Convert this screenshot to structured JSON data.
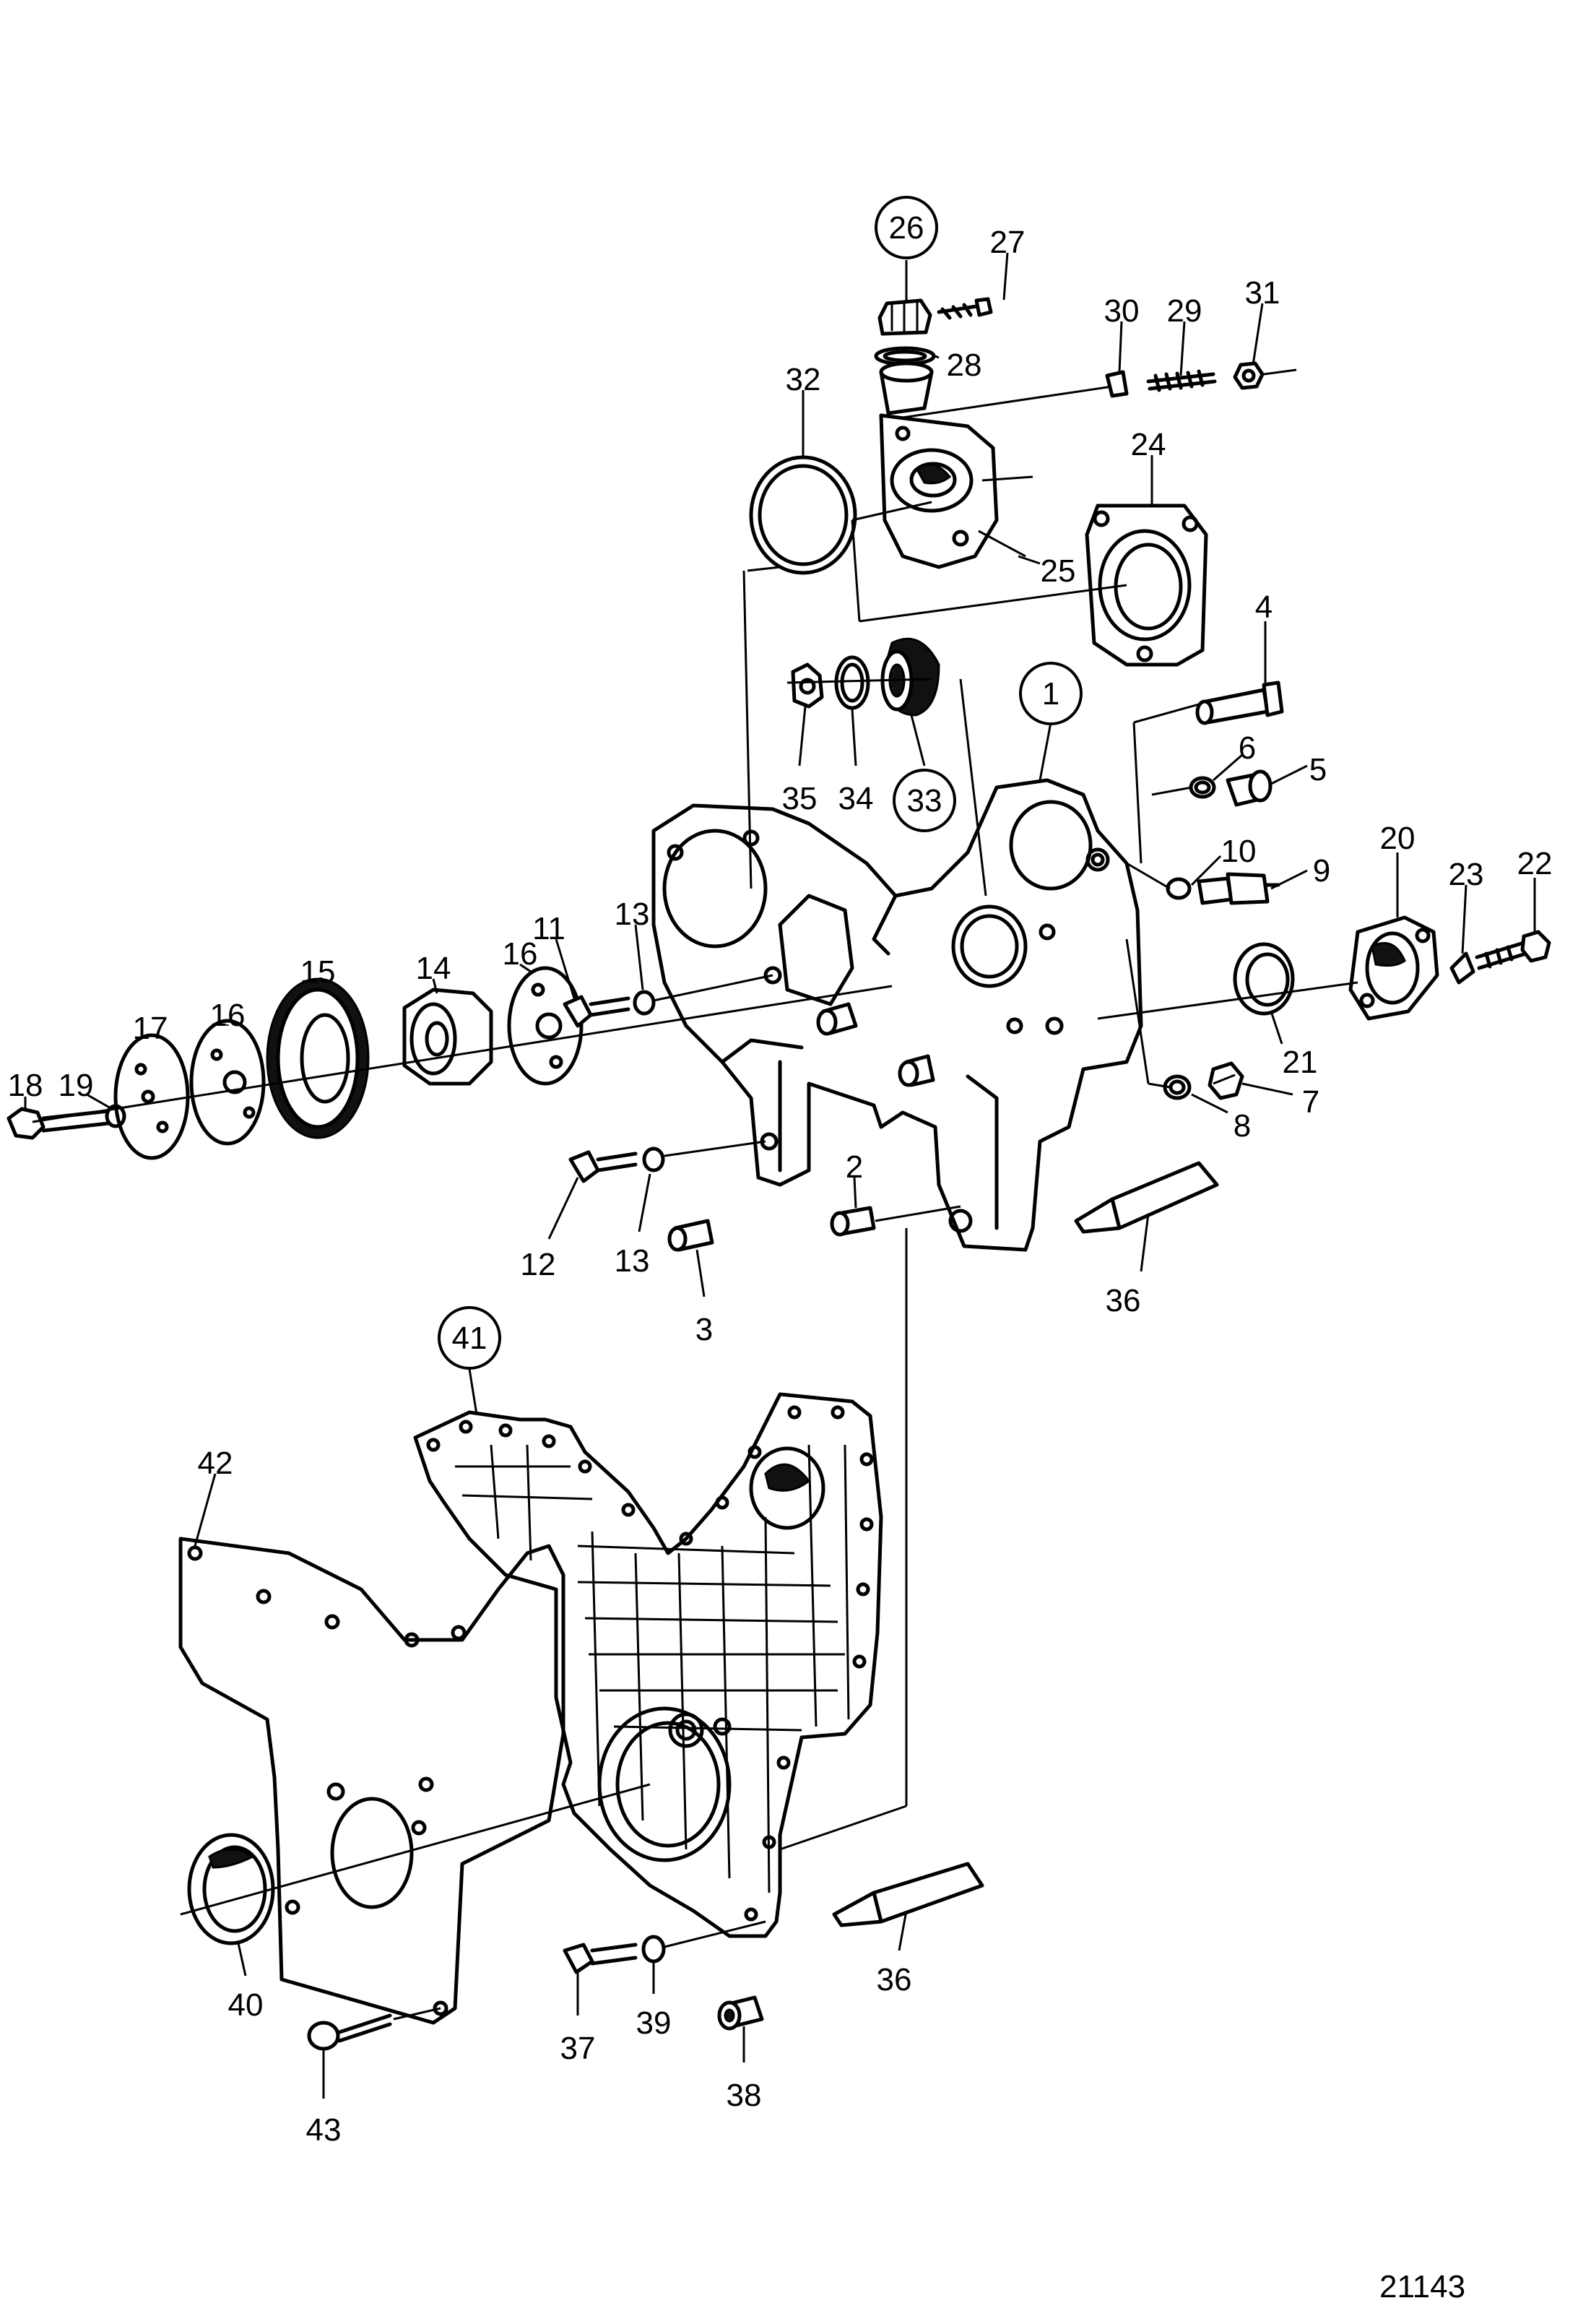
{
  "figure_number": "21143",
  "callouts": [
    {
      "id": "c1",
      "label": "1",
      "circled": true
    },
    {
      "id": "c2",
      "label": "2",
      "circled": false
    },
    {
      "id": "c3",
      "label": "3",
      "circled": false
    },
    {
      "id": "c4",
      "label": "4",
      "circled": false
    },
    {
      "id": "c5",
      "label": "5",
      "circled": false
    },
    {
      "id": "c6",
      "label": "6",
      "circled": false
    },
    {
      "id": "c7",
      "label": "7",
      "circled": false
    },
    {
      "id": "c8",
      "label": "8",
      "circled": false
    },
    {
      "id": "c9",
      "label": "9",
      "circled": false
    },
    {
      "id": "c10",
      "label": "10",
      "circled": false
    },
    {
      "id": "c11",
      "label": "11",
      "circled": false
    },
    {
      "id": "c12",
      "label": "12",
      "circled": false
    },
    {
      "id": "c13a",
      "label": "13",
      "circled": false
    },
    {
      "id": "c13b",
      "label": "13",
      "circled": false
    },
    {
      "id": "c14",
      "label": "14",
      "circled": false
    },
    {
      "id": "c15",
      "label": "15",
      "circled": false
    },
    {
      "id": "c16a",
      "label": "16",
      "circled": false
    },
    {
      "id": "c16b",
      "label": "16",
      "circled": false
    },
    {
      "id": "c17",
      "label": "17",
      "circled": false
    },
    {
      "id": "c18",
      "label": "18",
      "circled": false
    },
    {
      "id": "c19",
      "label": "19",
      "circled": false
    },
    {
      "id": "c20",
      "label": "20",
      "circled": false
    },
    {
      "id": "c21",
      "label": "21",
      "circled": false
    },
    {
      "id": "c22",
      "label": "22",
      "circled": false
    },
    {
      "id": "c23",
      "label": "23",
      "circled": false
    },
    {
      "id": "c24",
      "label": "24",
      "circled": false
    },
    {
      "id": "c25",
      "label": "25",
      "circled": false
    },
    {
      "id": "c26",
      "label": "26",
      "circled": true
    },
    {
      "id": "c27",
      "label": "27",
      "circled": false
    },
    {
      "id": "c28",
      "label": "28",
      "circled": false
    },
    {
      "id": "c29",
      "label": "29",
      "circled": false
    },
    {
      "id": "c30",
      "label": "30",
      "circled": false
    },
    {
      "id": "c31",
      "label": "31",
      "circled": false
    },
    {
      "id": "c32",
      "label": "32",
      "circled": false
    },
    {
      "id": "c33",
      "label": "33",
      "circled": true
    },
    {
      "id": "c34",
      "label": "34",
      "circled": false
    },
    {
      "id": "c35",
      "label": "35",
      "circled": false
    },
    {
      "id": "c36a",
      "label": "36",
      "circled": false
    },
    {
      "id": "c36b",
      "label": "36",
      "circled": false
    },
    {
      "id": "c37",
      "label": "37",
      "circled": false
    },
    {
      "id": "c38",
      "label": "38",
      "circled": false
    },
    {
      "id": "c39",
      "label": "39",
      "circled": false
    },
    {
      "id": "c40",
      "label": "40",
      "circled": false
    },
    {
      "id": "c41",
      "label": "41",
      "circled": true
    },
    {
      "id": "c42",
      "label": "42",
      "circled": false
    },
    {
      "id": "c43",
      "label": "43",
      "circled": false
    }
  ]
}
